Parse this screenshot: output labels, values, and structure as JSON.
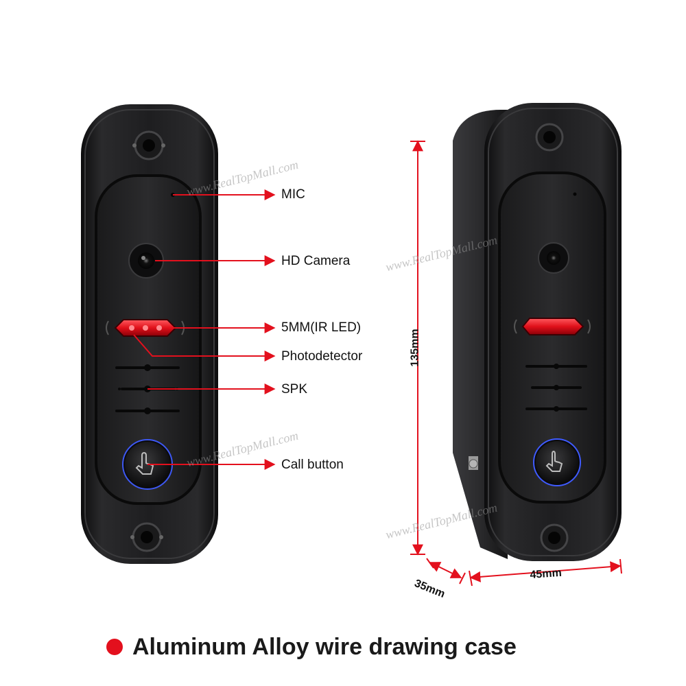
{
  "labels": {
    "mic": "MIC",
    "hd_camera": "HD Camera",
    "ir_led": "5MM(IR LED)",
    "photodetector": "Photodetector",
    "spk": "SPK",
    "call_button": "Call button"
  },
  "dimensions": {
    "height": "135mm",
    "depth": "35mm",
    "width": "45mm"
  },
  "watermark": "www.RealTopMall.com",
  "caption": "Aluminum Alloy wire drawing case",
  "colors": {
    "accent_red": "#e3101d",
    "body_black": "#1c1c1e",
    "ir_red": "#ff1a22",
    "button_ring_blue": "#3f5bff"
  },
  "icons": {
    "call_button_symbol": "finger-press-icon",
    "caption_bullet": "red-dot-icon"
  }
}
